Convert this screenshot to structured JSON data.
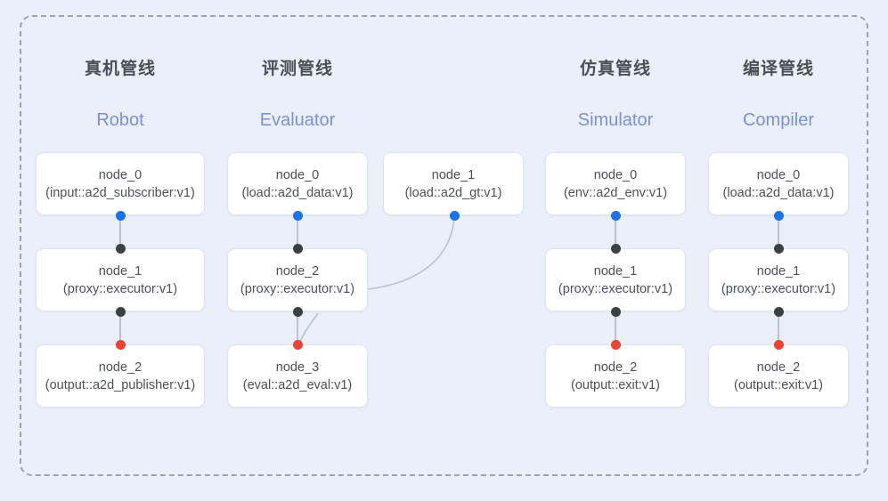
{
  "diagram": {
    "title_visible": false,
    "colors": {
      "canvas_background": "#eaeffa",
      "frame_border": "#9ca3af",
      "node_fill": "#ffffff",
      "node_border": "#dfe3ec",
      "header_cn_color": "#4a4f57",
      "header_en_color": "#7b92d4",
      "dot_blue": "#1a73e8",
      "dot_black": "#3c4043",
      "dot_red": "#ea4335",
      "edge_line": "#b9c2d0"
    },
    "columns": [
      {
        "id": "robot",
        "header_cn": "真机管线",
        "header_en": "Robot",
        "nodes": [
          {
            "title": "node_0",
            "sub": "(input::a2d_subscriber:v1)"
          },
          {
            "title": "node_1",
            "sub": "(proxy::executor:v1)"
          },
          {
            "title": "node_2",
            "sub": "(output::a2d_publisher:v1)"
          }
        ]
      },
      {
        "id": "evaluator",
        "header_cn": "评测管线",
        "header_en": "Evaluator",
        "nodes": [
          {
            "title": "node_0",
            "sub": "(load::a2d_data:v1)"
          },
          {
            "title": "node_2",
            "sub": "(proxy::executor:v1)"
          },
          {
            "title": "node_3",
            "sub": "(eval::a2d_eval:v1)"
          }
        ],
        "side_nodes": [
          {
            "title": "node_1",
            "sub": "(load::a2d_gt:v1)"
          }
        ]
      },
      {
        "id": "simulator",
        "header_cn": "仿真管线",
        "header_en": "Simulator",
        "nodes": [
          {
            "title": "node_0",
            "sub": "(env::a2d_env:v1)"
          },
          {
            "title": "node_1",
            "sub": "(proxy::executor:v1)"
          },
          {
            "title": "node_2",
            "sub": "(output::exit:v1)"
          }
        ]
      },
      {
        "id": "compiler",
        "header_cn": "编译管线",
        "header_en": "Compiler",
        "nodes": [
          {
            "title": "node_0",
            "sub": "(load::a2d_data:v1)"
          },
          {
            "title": "node_1",
            "sub": "(proxy::executor:v1)"
          },
          {
            "title": "node_2",
            "sub": "(output::exit:v1)"
          }
        ]
      }
    ]
  }
}
